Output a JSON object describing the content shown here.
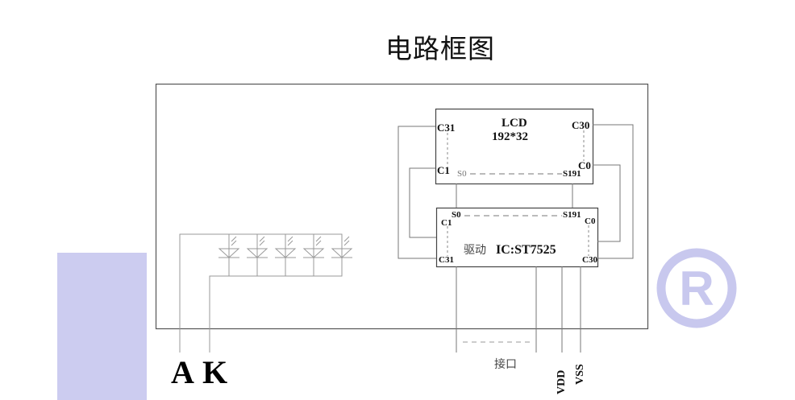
{
  "title": "电路框图",
  "lcd": {
    "name": "LCD",
    "resolution": "192*32",
    "pins": {
      "top_left": "C31",
      "bottom_left": "C1",
      "top_right": "C30",
      "bottom_right": "C0",
      "seg_start": "S0",
      "seg_end": "S191"
    }
  },
  "driver": {
    "label_cn": "驱动",
    "ic": "IC:ST7525",
    "pins": {
      "top_left": "C1",
      "bottom_left": "C31",
      "top_right": "C0",
      "bottom_right": "C30",
      "seg_start": "S0",
      "seg_end": "S191"
    }
  },
  "backlight": {
    "led_count": 5,
    "anode_label": "A",
    "cathode_label": "K"
  },
  "interface": {
    "label": "接口",
    "vdd": "VDD",
    "vss": "VSS"
  },
  "colors": {
    "line": "#777777",
    "frame": "#555555",
    "accent_block": "#ccccf0",
    "watermark": "#c8c8ee"
  },
  "watermark": {
    "symbol": "R"
  }
}
